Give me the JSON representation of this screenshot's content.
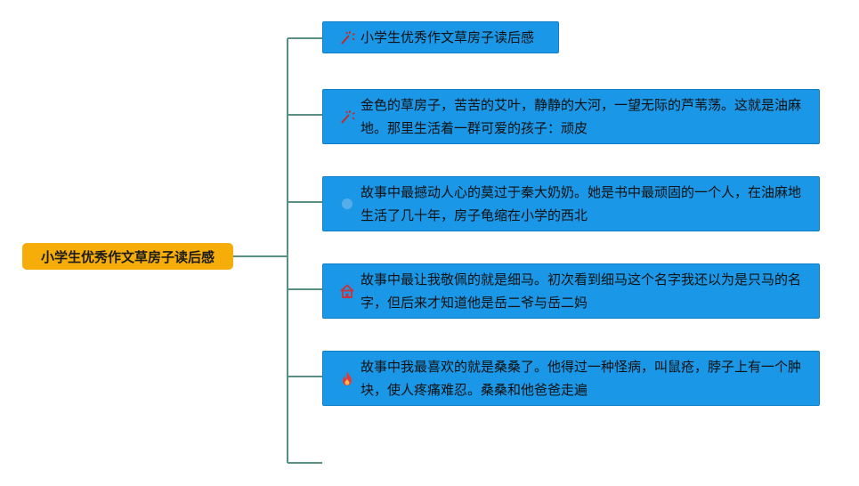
{
  "root": {
    "label": "小学生优秀作文草房子读后感"
  },
  "nodes": [
    {
      "icon": "fireworks-icon",
      "text": "小学生优秀作文草房子读后感"
    },
    {
      "icon": "fireworks-icon",
      "text": "金色的草房子，苦苦的艾叶，静静的大河，一望无际的芦苇荡。这就是油麻地。那里生活着一群可爱的孩子：顽皮"
    },
    {
      "icon": "light-dot-icon",
      "text": "故事中最撼动人心的莫过于秦大奶奶。她是书中最顽固的一个人，在油麻地生活了几十年，房子龟缩在小学的西北"
    },
    {
      "icon": "house-icon",
      "text": "故事中最让我敬佩的就是细马。初次看到细马这个名字我还以为是只马的名字，但后来才知道他是岳二爷与岳二妈"
    },
    {
      "icon": "flame-icon",
      "text": "故事中我最喜欢的就是桑桑了。他得过一种怪病，叫鼠疮，脖子上有一个肿块，使人疼痛难忍。桑桑和他爸爸走遍"
    }
  ],
  "colors": {
    "root_fill": "#f6ad0a",
    "node_fill": "#1a97e6",
    "connector": "#5a8f84"
  }
}
